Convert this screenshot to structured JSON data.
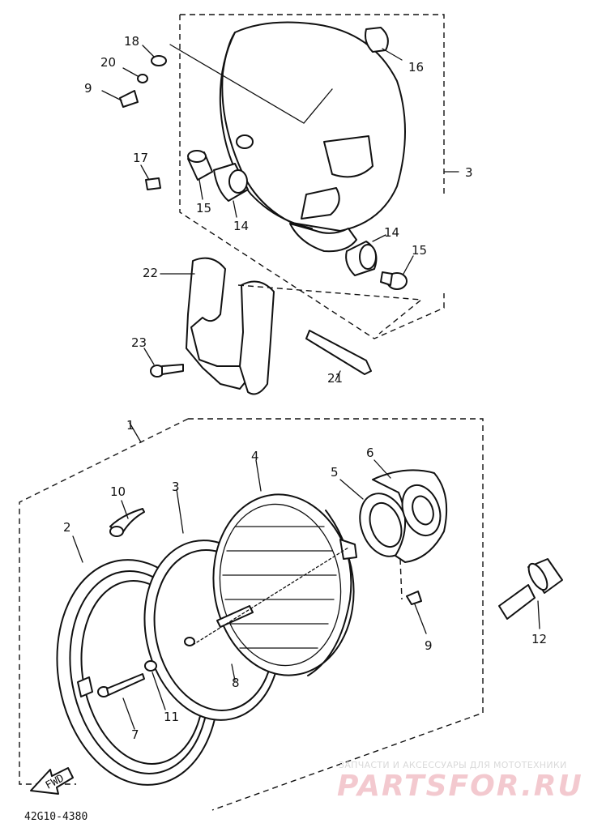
{
  "diagram": {
    "labels": {
      "p1": "1",
      "p2": "2",
      "p3_top": "3",
      "p3_lower": "3",
      "p4": "4",
      "p5": "5",
      "p6": "6",
      "p7": "7",
      "p8": "8",
      "p9_top": "9",
      "p9_lower": "9",
      "p10": "10",
      "p11": "11",
      "p12": "12",
      "p14_a": "14",
      "p14_b": "14",
      "p15_a": "15",
      "p15_b": "15",
      "p16": "16",
      "p17": "17",
      "p18": "18",
      "p20": "20",
      "p21": "21",
      "p22": "22",
      "p23": "23"
    },
    "fwd_text": "FWD",
    "drawing_code": "42G10-4380",
    "watermark": {
      "line1": "ЗАПЧАСТИ И АКСЕССУАРЫ ДЛЯ МОТОТЕХНИКИ",
      "line2": "PARTSFOR.RU"
    }
  }
}
